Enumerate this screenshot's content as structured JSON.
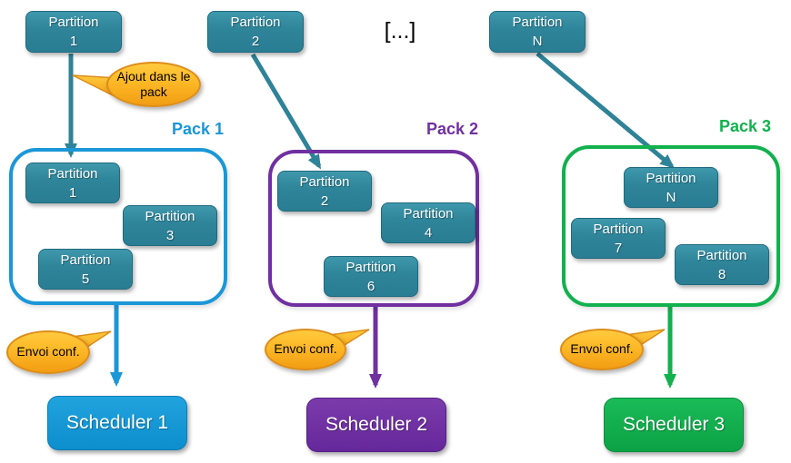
{
  "ellipsis_label": "[...]",
  "top_partitions": [
    {
      "line1": "Partition",
      "line2": "1"
    },
    {
      "line1": "Partition",
      "line2": "2"
    },
    {
      "line1": "Partition",
      "line2": "N"
    }
  ],
  "callout_add": {
    "line1": "Ajout dans le",
    "line2": "pack"
  },
  "callout_send": "Envoi conf.",
  "packs": [
    {
      "label": "Pack 1",
      "scheduler": "Scheduler 1",
      "partitions": [
        {
          "line1": "Partition",
          "line2": "1"
        },
        {
          "line1": "Partition",
          "line2": "3"
        },
        {
          "line1": "Partition",
          "line2": "5"
        }
      ]
    },
    {
      "label": "Pack 2",
      "scheduler": "Scheduler 2",
      "partitions": [
        {
          "line1": "Partition",
          "line2": "2"
        },
        {
          "line1": "Partition",
          "line2": "4"
        },
        {
          "line1": "Partition",
          "line2": "6"
        }
      ]
    },
    {
      "label": "Pack 3",
      "scheduler": "Scheduler 3",
      "partitions": [
        {
          "line1": "Partition",
          "line2": "N"
        },
        {
          "line1": "Partition",
          "line2": "7"
        },
        {
          "line1": "Partition",
          "line2": "8"
        }
      ]
    }
  ],
  "colors": {
    "teal": "#2f8398",
    "blue": "#1b97d8",
    "purple": "#7030a0",
    "green": "#12b14e",
    "callout_orange": "#fcb826",
    "callout_border": "#dd8d1a",
    "scheduler1_fill": "#1299d6",
    "scheduler2_fill": "#7030a0",
    "scheduler3_fill": "#17b057",
    "text_light": "#ffffff",
    "text_dark": "#000000"
  }
}
